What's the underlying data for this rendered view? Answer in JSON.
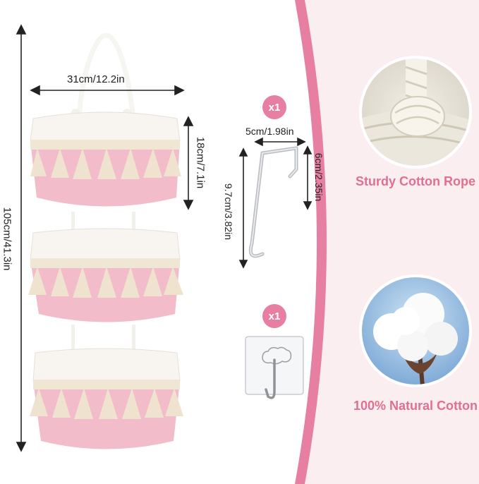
{
  "dimensions": {
    "width_label": "31cm/12.2in",
    "basket_height_label": "18cm/7.1in",
    "total_height_label": "105cm/41.3in",
    "hook_width_label": "5cm/1.98in",
    "hook_depth_label": "6cm/2.35in",
    "hook_height_label": "9.7cm/3.82in"
  },
  "badges": {
    "hook_qty": "x1",
    "adhesive_qty": "x1"
  },
  "features": [
    {
      "label": "Sturdy Cotton Rope"
    },
    {
      "label": "100% Natural Cotton"
    }
  ],
  "colors": {
    "accent_pink": "#e77fa3",
    "basket_pink": "#f2b8c9",
    "basket_white": "#f7f3ee",
    "tassel": "#efe6d4",
    "feature_text": "#e0708f"
  }
}
